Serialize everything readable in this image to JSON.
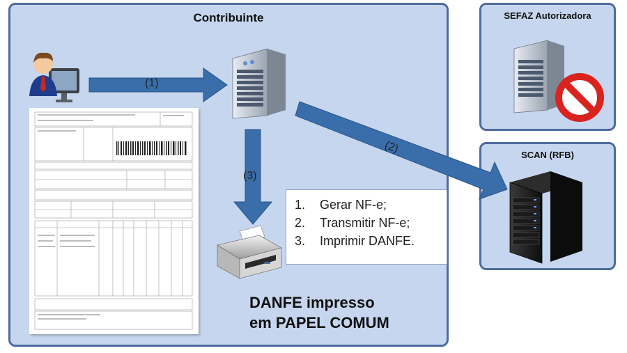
{
  "panels": {
    "main_title": "Contribuinte",
    "sefaz_title": "SEFAZ Autorizadora",
    "scan_title": "SCAN (RFB)"
  },
  "arrows": {
    "label_1": "(1)",
    "label_2": "(2)",
    "label_3": "(3)"
  },
  "steps": [
    {
      "num": "1.",
      "text": "Gerar NF-e;"
    },
    {
      "num": "2.",
      "text": "Transmitir NF-e;"
    },
    {
      "num": "3.",
      "text": "Imprimir DANFE."
    }
  ],
  "caption": {
    "line1": "DANFE impresso",
    "line2": "em PAPEL COMUM"
  },
  "colors": {
    "panel_fill": "#c6d6ee",
    "panel_border": "#4f6b9c",
    "arrow": "#3a6eaa",
    "prohibited": "#d9231f"
  }
}
